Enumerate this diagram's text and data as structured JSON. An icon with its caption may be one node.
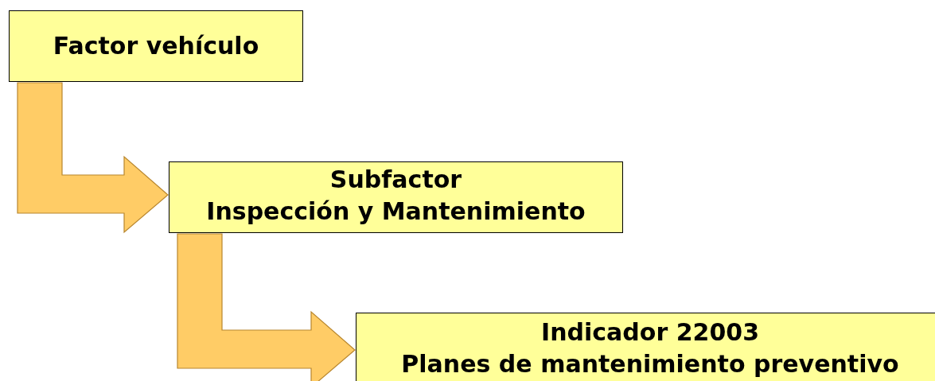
{
  "diagram": {
    "nodes": [
      {
        "text": [
          "Factor vehículo"
        ]
      },
      {
        "text": [
          "Subfactor",
          "Inspección y Mantenimiento"
        ]
      },
      {
        "text": [
          "Indicador 22003",
          "Planes de mantenimiento preventivo"
        ]
      }
    ],
    "edges": [
      {
        "from": 0,
        "to": 1,
        "arrow": "to"
      },
      {
        "from": 1,
        "to": 2,
        "arrow": "to"
      }
    ]
  }
}
